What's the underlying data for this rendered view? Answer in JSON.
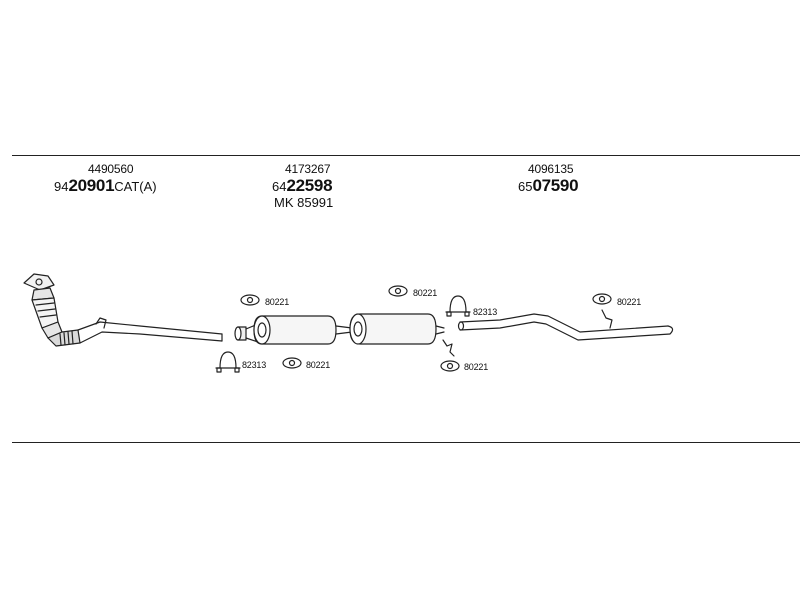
{
  "groups": [
    {
      "ref": "4490560",
      "code_prefix": "94",
      "code_main": "20901",
      "code_suffix": "CAT(A)"
    },
    {
      "ref": "4173267",
      "code_prefix": "64",
      "code_main": "22598",
      "code_suffix": "",
      "extra": "MK  85991"
    },
    {
      "ref": "4096135",
      "code_prefix": "65",
      "code_main": "07590",
      "code_suffix": ""
    }
  ],
  "part_labels": {
    "gasket_a": "80221",
    "clamp_a": "82313",
    "gasket_b": "80221",
    "gasket_c": "80221",
    "clamp_b": "82313",
    "gasket_d": "80221",
    "gasket_e": "80221"
  }
}
